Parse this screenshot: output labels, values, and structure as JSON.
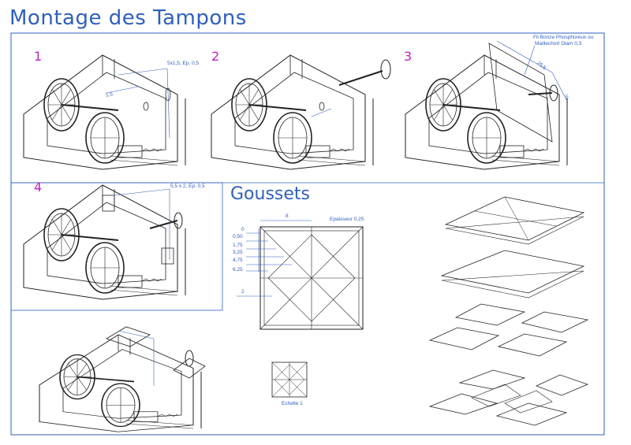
{
  "page": {
    "title": "Montage des Tampons"
  },
  "steps": [
    {
      "number": "1",
      "note": "5x1,5, Ep. 0,5",
      "dim": "1,5"
    },
    {
      "number": "2"
    },
    {
      "number": "3",
      "note_line1": "Fil Bonze Phosphoreux ou",
      "note_line2": "Maillechort Diam 0,3",
      "dim_a": "25,5",
      "dim_b": "5"
    },
    {
      "number": "4",
      "note": "5,5 x 2, Ep. 0,5"
    }
  ],
  "goussets": {
    "title": "Goussets",
    "epaisseur": "Epaisseur 0,25",
    "top_dim": "8",
    "left_dims": [
      "0",
      "0,50",
      "1,75",
      "3,25",
      "4,75",
      "6,25"
    ],
    "side_dim": "2",
    "scale_label": "Echelle 1"
  },
  "colors": {
    "accent": "#2f5fbf",
    "step_number": "#c020c0",
    "line": "#222222"
  }
}
